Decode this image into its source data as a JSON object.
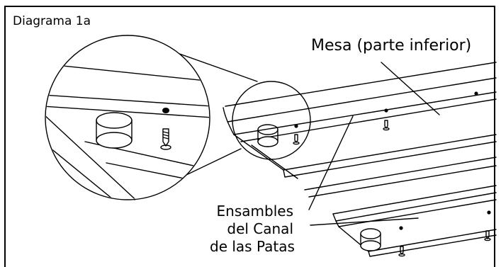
{
  "diagram": {
    "title": "Diagrama 1a",
    "labels": {
      "table_bottom": "Mesa (parte inferior)",
      "leg_channel": [
        "Ensambles",
        "del Canal",
        "de las Patas"
      ]
    },
    "colors": {
      "line": "#000000",
      "background": "#ffffff"
    }
  }
}
